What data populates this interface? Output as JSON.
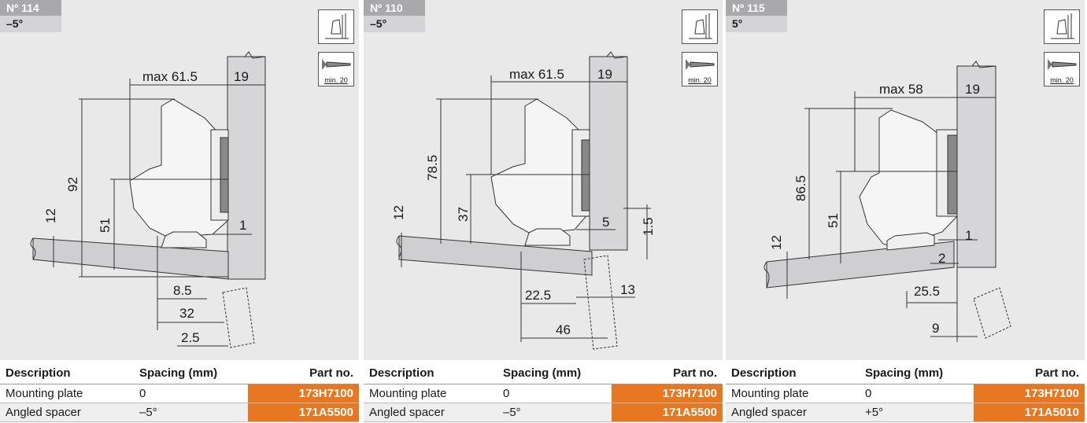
{
  "table_headers": {
    "description": "Description",
    "spacing": "Spacing (mm)",
    "part_no": "Part no."
  },
  "icon_screw_label": "min. 20",
  "accent_color": "#e87722",
  "panels": [
    {
      "number": "Nº 114",
      "angle": "–5°",
      "dims": {
        "max": "max 61.5",
        "t19": "19",
        "d92": "92",
        "d51": "51",
        "d12": "12",
        "d1": "1",
        "d8_5": "8.5",
        "d32": "32",
        "d2_5": "2.5"
      },
      "rows": [
        {
          "description": "Mounting plate",
          "spacing": "0",
          "part_no": "173H7100"
        },
        {
          "description": "Angled spacer",
          "spacing": "–5°",
          "part_no": "171A5500"
        }
      ]
    },
    {
      "number": "Nº 110",
      "angle": "–5°",
      "dims": {
        "max": "max 61.5",
        "t19": "19",
        "d78_5": "78.5",
        "d37": "37",
        "d12": "12",
        "d5": "5",
        "d1_5": "1.5",
        "d22_5": "22.5",
        "d13": "13",
        "d46": "46"
      },
      "rows": [
        {
          "description": "Mounting plate",
          "spacing": "0",
          "part_no": "173H7100"
        },
        {
          "description": "Angled spacer",
          "spacing": "–5°",
          "part_no": "171A5500"
        }
      ]
    },
    {
      "number": "Nº 115",
      "angle": "5°",
      "dims": {
        "max": "max 58",
        "t19": "19",
        "d86_5": "86.5",
        "d51": "51",
        "d12": "12",
        "d1": "1",
        "d2": "2",
        "d25_5": "25.5",
        "d9": "9"
      },
      "rows": [
        {
          "description": "Mounting plate",
          "spacing": "0",
          "part_no": "173H7100"
        },
        {
          "description": "Angled spacer",
          "spacing": "+5°",
          "part_no": "171A5010"
        }
      ]
    }
  ]
}
